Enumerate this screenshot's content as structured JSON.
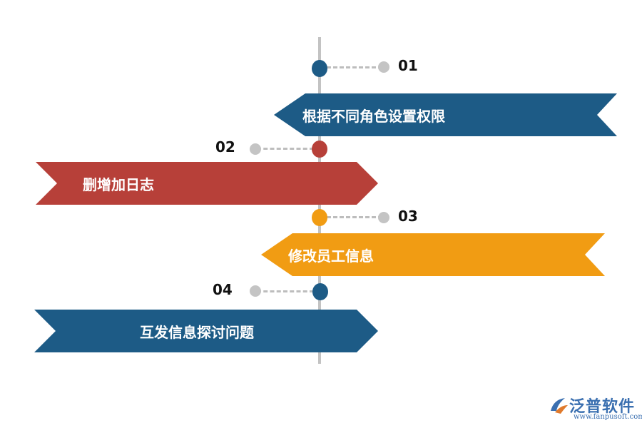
{
  "items": [
    {
      "number": "01",
      "label": "根据不同角色设置权限",
      "color": "#1d5b86"
    },
    {
      "number": "02",
      "label": "删增加日志",
      "color": "#b74039"
    },
    {
      "number": "03",
      "label": "修改员工信息",
      "color": "#f19c13"
    },
    {
      "number": "04",
      "label": "互发信息探讨问题",
      "color": "#1d5b86"
    }
  ],
  "logo": {
    "name": "泛普软件",
    "url": "www.fanpusoft.com",
    "icon": "fanpu-logo-icon"
  }
}
